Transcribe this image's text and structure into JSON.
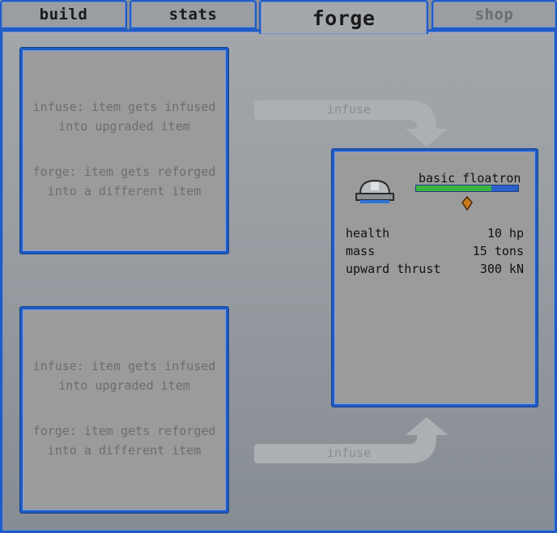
{
  "tabs": [
    {
      "label": "build",
      "state": "inactive"
    },
    {
      "label": "stats",
      "state": "inactive"
    },
    {
      "label": "forge",
      "state": "active"
    },
    {
      "label": "shop",
      "state": "disabled"
    }
  ],
  "slots": [
    {
      "line1": "infuse: item gets infused",
      "line2": "into upgraded item",
      "line3": "forge: item gets reforged",
      "line4": "into a different item"
    },
    {
      "line1": "infuse: item gets infused",
      "line2": "into upgraded item",
      "line3": "forge: item gets reforged",
      "line4": "into a different item"
    }
  ],
  "arrows": {
    "top_label": "infuse",
    "bottom_label": "infuse"
  },
  "item": {
    "name": "basic floatron",
    "bar_fraction": 0.74,
    "icon": "floatron-dome-icon",
    "gem_icon": "amber-gem-icon",
    "stats": [
      {
        "label": "health",
        "value": "10 hp"
      },
      {
        "label": "mass",
        "value": "15 tons"
      },
      {
        "label": "upward thrust",
        "value": "300 kN"
      }
    ]
  },
  "colors": {
    "accent": "#1f5cc4",
    "bar_green": "#3eb23e",
    "bar_blue": "#2a60c8"
  }
}
